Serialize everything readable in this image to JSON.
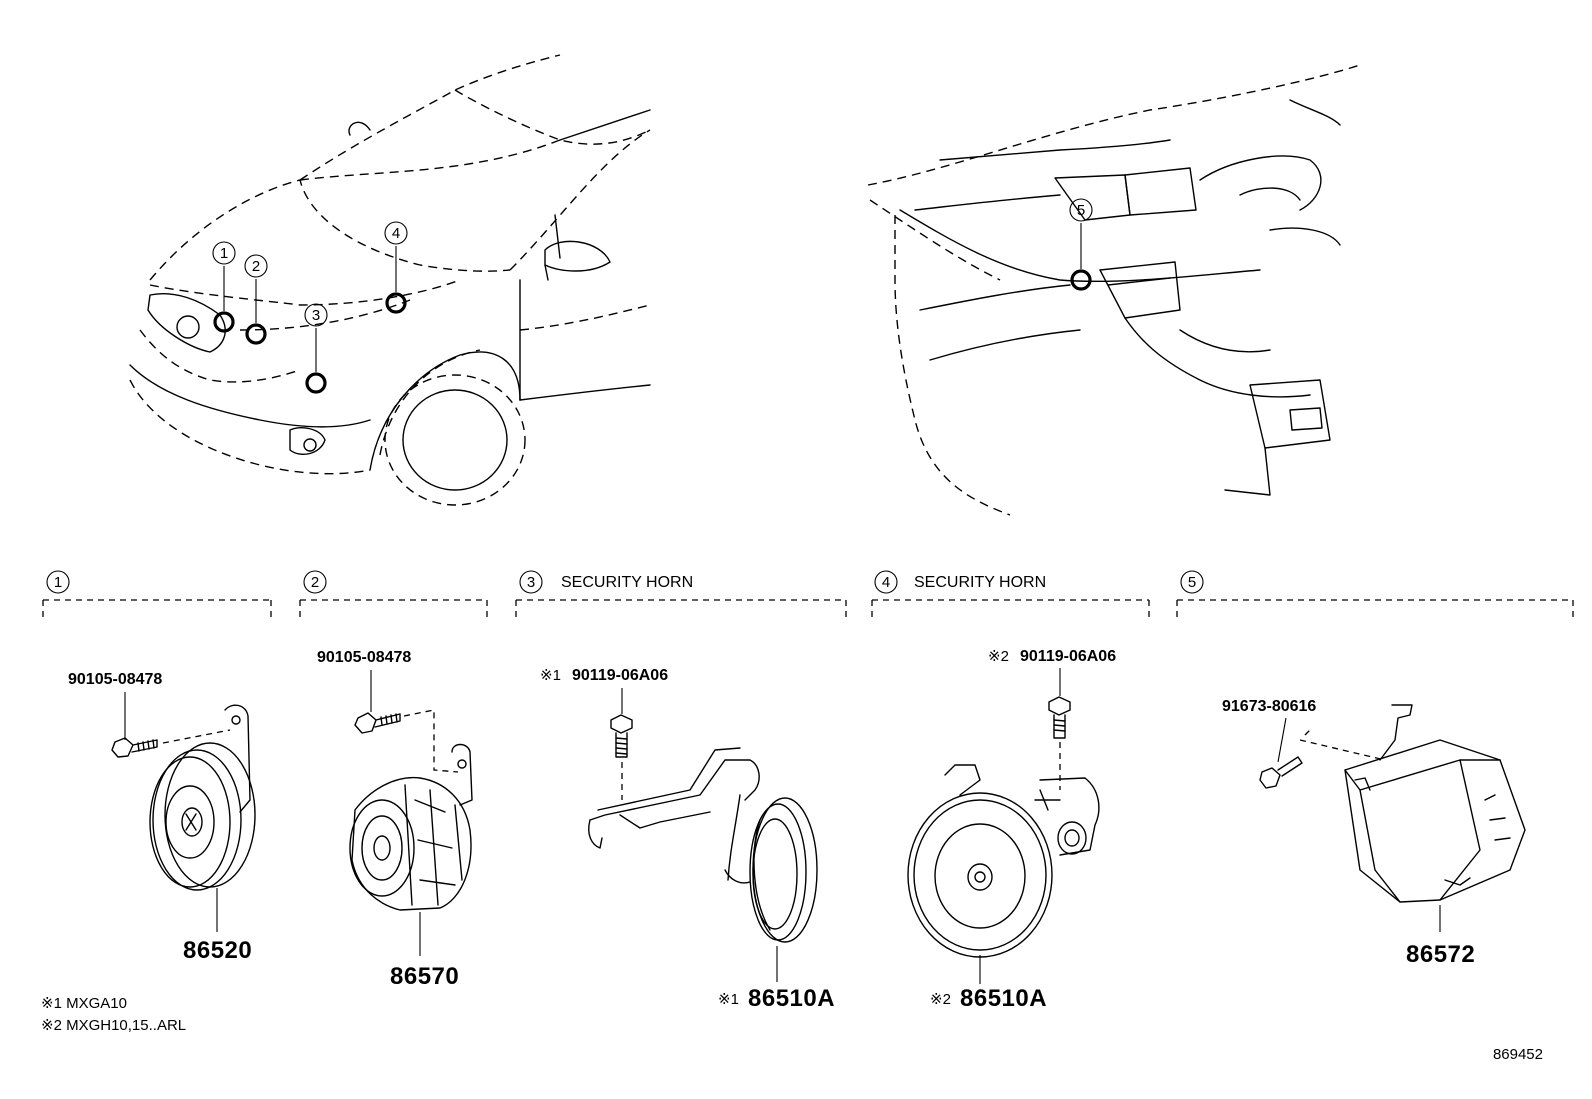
{
  "sections": [
    {
      "num": "1",
      "title": "",
      "parts": [
        "90105-08478",
        "86520"
      ]
    },
    {
      "num": "2",
      "title": "",
      "parts": [
        "90105-08478",
        "86570"
      ]
    },
    {
      "num": "3",
      "title": "SECURITY HORN",
      "parts": [
        "※1 90119-06A06",
        "※1 86510A"
      ]
    },
    {
      "num": "4",
      "title": "SECURITY HORN",
      "parts": [
        "※2 90119-06A06",
        "※2 86510A"
      ]
    },
    {
      "num": "5",
      "title": "",
      "parts": [
        "91673-80616",
        "86572"
      ]
    }
  ],
  "locators": {
    "car": [
      "1",
      "2",
      "3",
      "4"
    ],
    "dash": [
      "5"
    ]
  },
  "labels": {
    "s1_bolt": "90105-08478",
    "s1_part": "86520",
    "s2_bolt": "90105-08478",
    "s2_part": "86570",
    "s3_bolt_mark": "※1",
    "s3_bolt": "90119-06A06",
    "s3_part_mark": "※1",
    "s3_part": "86510A",
    "s4_bolt_mark": "※2",
    "s4_bolt": "90119-06A06",
    "s4_part_mark": "※2",
    "s4_part": "86510A",
    "s5_bolt": "91673-80616",
    "s5_part": "86572"
  },
  "notes": [
    "※1 MXGA10",
    "※2 MXGH10,15..ARL"
  ],
  "diagram_id": "869452"
}
